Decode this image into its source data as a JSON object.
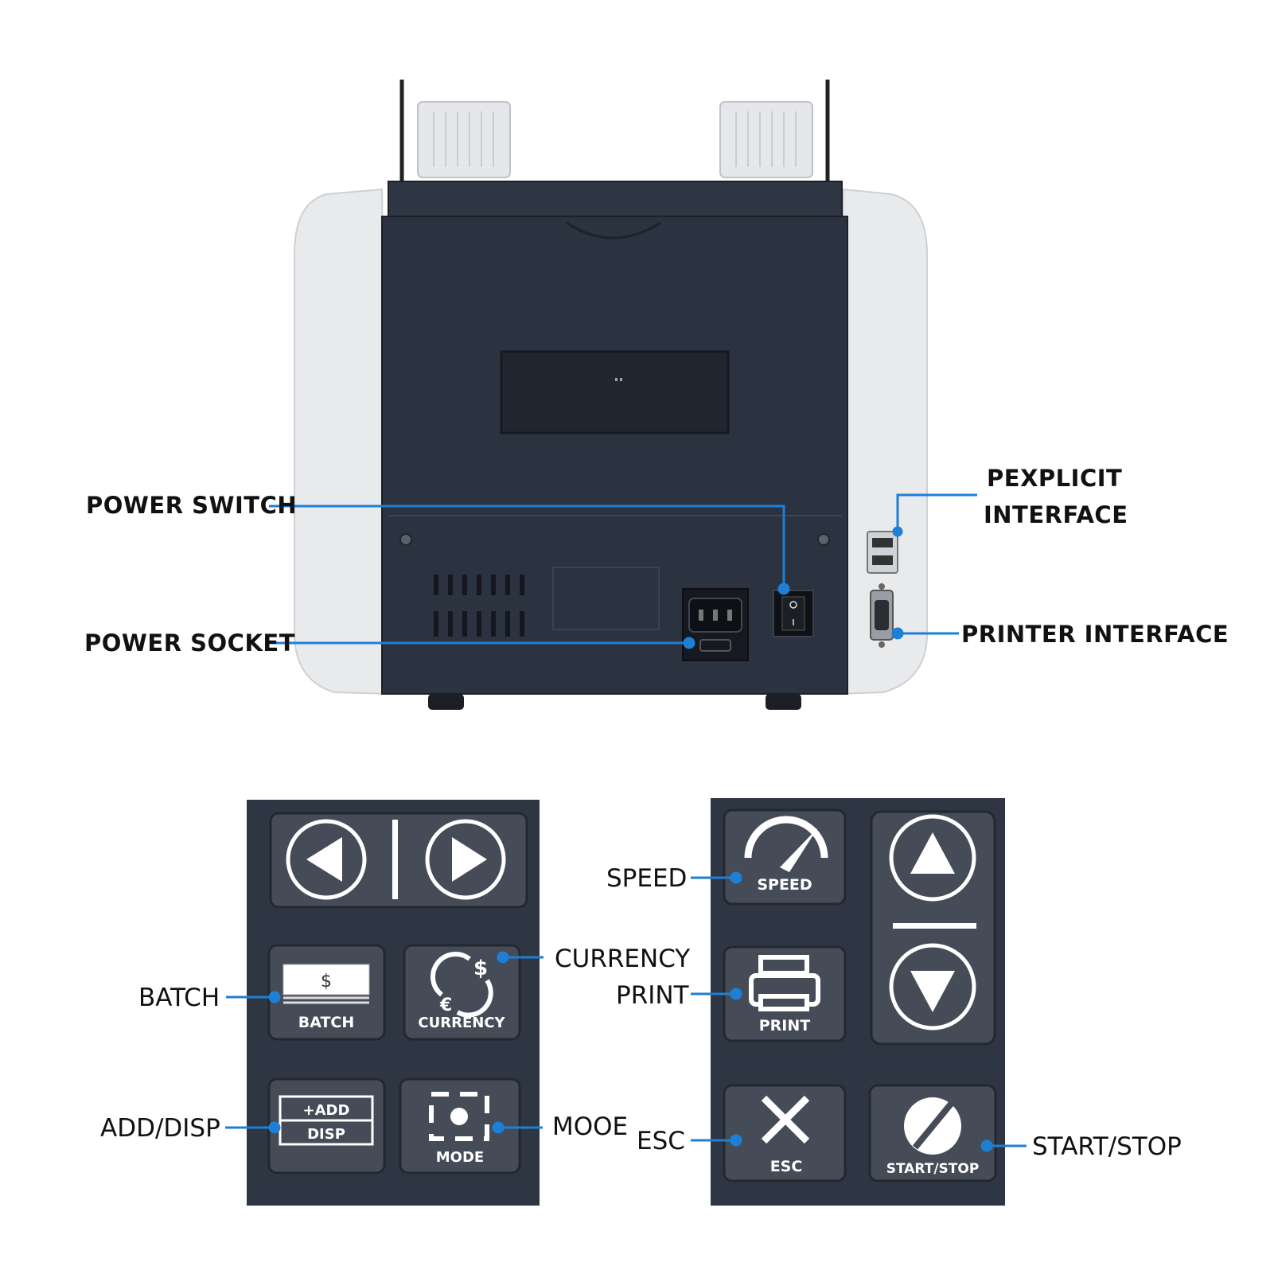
{
  "rear_callouts": {
    "power_switch": "POWER SWITCH",
    "power_socket": "POWER SOCKET",
    "pexplicit_line1": "PEXPLICIT",
    "pexplicit_line2": "INTERFACE",
    "printer_interface": "PRINTER INTERFACE"
  },
  "panel_callouts": {
    "speed": "SPEED",
    "currency": "CURRENCY",
    "print": "PRINT",
    "batch": "BATCH",
    "add_disp": "ADD/DISP",
    "mode": "MOOE",
    "esc": "ESC",
    "start_stop": "START/STOP"
  },
  "key_labels": {
    "batch": "BATCH",
    "currency": "CURRENCY",
    "add": "+ADD",
    "disp": "DISP",
    "mode": "MODE",
    "speed": "SPEED",
    "print": "PRINT",
    "esc": "ESC",
    "start_stop": "START/STOP",
    "dollar": "$"
  },
  "colors": {
    "leader": "#1e7fd6",
    "machine_body": "#2b3340",
    "machine_shell": "#e9eaec",
    "panel_bg": "#2e3644",
    "key": "#454c57"
  }
}
